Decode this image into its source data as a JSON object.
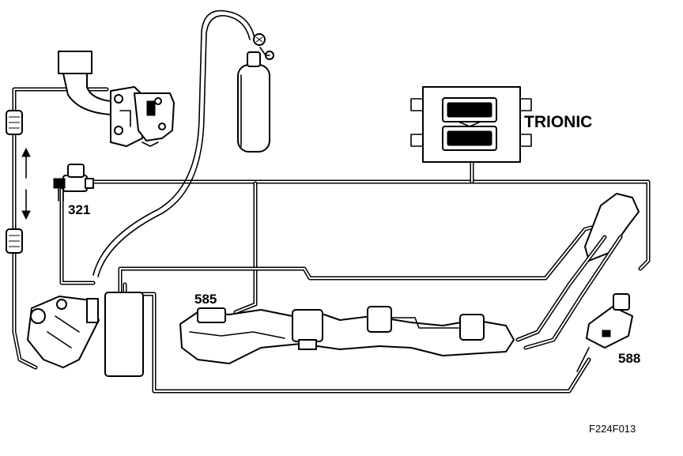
{
  "labels": {
    "ecu": "TRIONIC",
    "valve_321": "321",
    "canister_585": "585",
    "sensor_588": "588",
    "figure_code": "F224F013"
  },
  "colors": {
    "line": "#000000",
    "background": "#ffffff"
  }
}
